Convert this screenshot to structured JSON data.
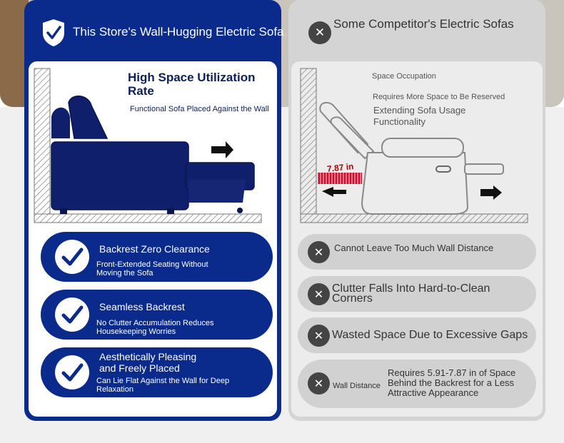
{
  "left": {
    "header_title": "This Store's Wall-Hugging Electric Sofa",
    "feature_title": "High Space Utilization Rate",
    "feature_subtitle": "Functional Sofa Placed Against the Wall",
    "benefits": [
      {
        "title": "Backrest Zero Clearance",
        "desc": "Front-Extended Seating Without Moving the Sofa"
      },
      {
        "title": "Seamless Backrest",
        "desc": "No Clutter Accumulation Reduces Housekeeping Worries"
      },
      {
        "title": "Aesthetically Pleasing and Freely Placed",
        "desc": "Can Lie Flat Against the Wall for Deep Relaxation"
      }
    ]
  },
  "right": {
    "header_title": "Some Competitor's Electric Sofas",
    "label_occupation": "Space Occupation",
    "label_reserve": "Requires More Space to Be Reserved",
    "label_extending": "Extending Sofa Usage Functionality",
    "measure": "7.87 in",
    "drawbacks": [
      {
        "title": "Cannot Leave Too Much Wall Distance"
      },
      {
        "title": "Clutter Falls Into Hard-to-Clean Corners"
      },
      {
        "title": "Wasted Space Due to Excessive Gaps"
      },
      {
        "title": "Requires 5.91-7.87 in of Space Behind the Backrest for a Less Attractive Appearance",
        "prefix": "Wall Distance"
      }
    ]
  },
  "colors": {
    "brand_navy": "#0a2a8c",
    "panel_grey": "#d4d4d4",
    "warning_red": "#c8102e"
  },
  "icons": {
    "left_header": "shield-check-icon",
    "right_header": "x-circle-icon",
    "benefit": "checkmark-icon",
    "drawback": "x-icon",
    "direction": "arrow-icon"
  }
}
